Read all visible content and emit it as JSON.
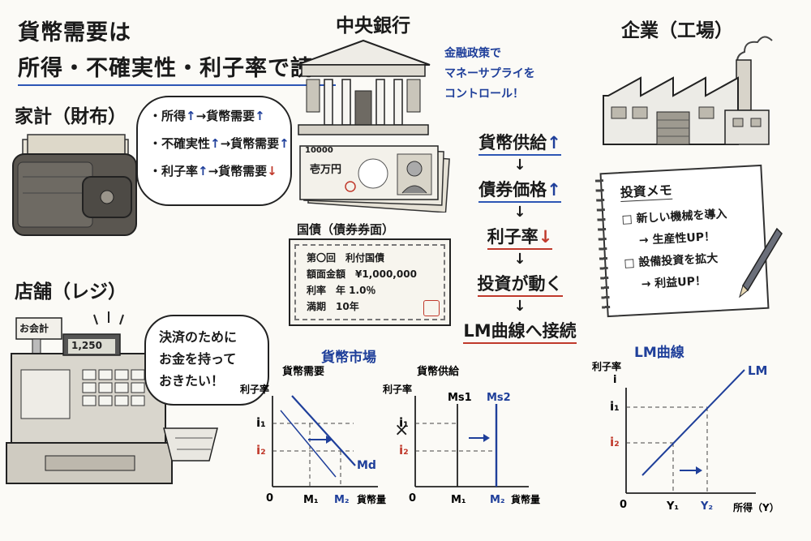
{
  "title_line1": "貨幣需要は",
  "title_line2": "所得・不確実性・利子率で読む",
  "household": {
    "label": "家計（財布）",
    "bullets": [
      {
        "pre": "・所得",
        "up": "↑",
        "mid": "→貨幣需要",
        "end": "↑",
        "end_color": "blue"
      },
      {
        "pre": "・不確実性",
        "up": "↑",
        "mid": "→貨幣需要",
        "end": "↑",
        "end_color": "blue"
      },
      {
        "pre": "・利子率",
        "up": "↑",
        "mid": "→貨幣需要",
        "end": "↓",
        "end_color": "red"
      }
    ]
  },
  "store": {
    "label": "店舗（レジ）",
    "register_tag": "お会計",
    "register_display": "1,250",
    "speech": [
      "決済のために",
      "お金を持って",
      "おきたい！"
    ]
  },
  "central_bank": {
    "label": "中央銀行",
    "note": [
      "金融政策で",
      "マネーサプライを",
      "コントロール！"
    ],
    "banknote_num": "10000",
    "banknote_text": "壱万円"
  },
  "bond": {
    "label": "国債（債券券面）",
    "lines": [
      "第〇回　利付国債",
      "額面金額　¥1,000,000",
      "利率　年 1.0％",
      "満期　10年"
    ]
  },
  "flow": {
    "steps": [
      {
        "text": "貨幣供給",
        "arrow": "↑",
        "arrow_color": "blue",
        "underline": "blue"
      },
      {
        "text": "債券価格",
        "arrow": "↑",
        "arrow_color": "blue",
        "underline": "blue"
      },
      {
        "text": "利子率",
        "arrow": "↓",
        "arrow_color": "red",
        "underline": "red"
      },
      {
        "text": "投資が動く",
        "arrow": "",
        "arrow_color": "red",
        "underline": "red"
      },
      {
        "text": "LM曲線へ接続",
        "arrow": "",
        "arrow_color": "red",
        "underline": "red"
      }
    ],
    "down_arrow": "↓"
  },
  "firm": {
    "label": "企業（工場）",
    "memo_title": "投資メモ",
    "memo_items": [
      "□ 新しい機械を導入",
      "→ 生産性UP！",
      "□ 設備投資を拡大",
      "→ 利益UP！"
    ]
  },
  "money_market": {
    "title": "貨幣市場",
    "times": "×",
    "demand": {
      "title": "貨幣需要",
      "ylabel": "利子率",
      "i1": "i₁",
      "i2": "i₂",
      "origin": "0",
      "m1": "M₁",
      "m2": "M₂",
      "xlabel": "貨幣量",
      "curve": "Md"
    },
    "supply": {
      "title": "貨幣供給",
      "ylabel": "利子率",
      "i1": "i₁",
      "i2": "i₂",
      "origin": "0",
      "m1": "M₁",
      "m2": "M₂",
      "xlabel": "貨幣量",
      "ms1": "Ms1",
      "ms2": "Ms2"
    }
  },
  "lm": {
    "title": "LM曲線",
    "ylabel": "利子率",
    "i_sym": "i",
    "i1": "i₁",
    "i2": "i₂",
    "origin": "0",
    "y1": "Y₁",
    "y2": "Y₂",
    "xlabel": "所得（Y）",
    "curve": "LM"
  },
  "colors": {
    "blue": "#1f3f9a",
    "red": "#c0392b"
  }
}
